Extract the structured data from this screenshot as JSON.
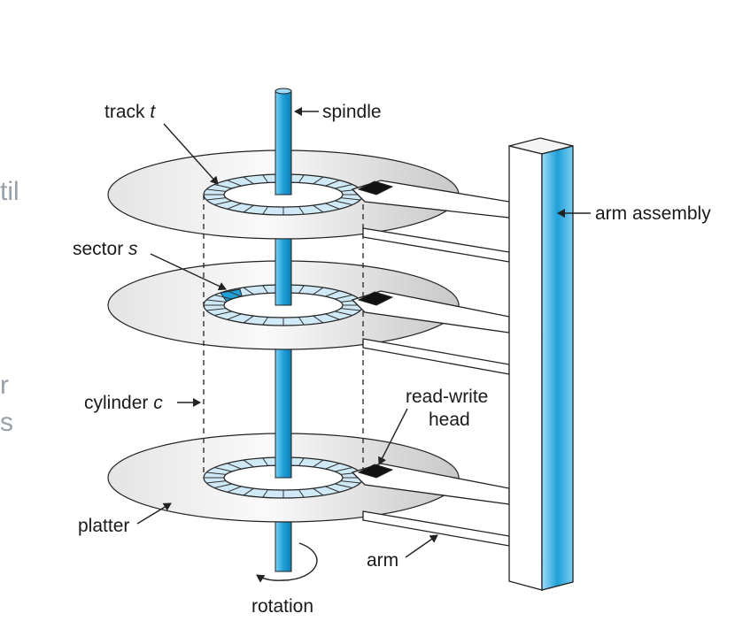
{
  "labels": {
    "track": "track",
    "track_var": "t",
    "spindle": "spindle",
    "arm_assembly": "arm assembly",
    "sector": "sector",
    "sector_var": "s",
    "cylinder": "cylinder",
    "cylinder_var": "c",
    "read_write_line1": "read-write",
    "read_write_line2": "head",
    "platter": "platter",
    "arm": "arm",
    "rotation": "rotation"
  },
  "edge_fragments": {
    "frag1": "til",
    "frag2": "r",
    "frag3": "s"
  },
  "colors": {
    "spindle": "#2aa7e0",
    "track_fill": "#cfe9f7",
    "highlight_sector": "#1e9fd8",
    "platter_light": "#f4f4f4",
    "platter_dark": "#c9c9c9",
    "stroke": "#222222"
  }
}
